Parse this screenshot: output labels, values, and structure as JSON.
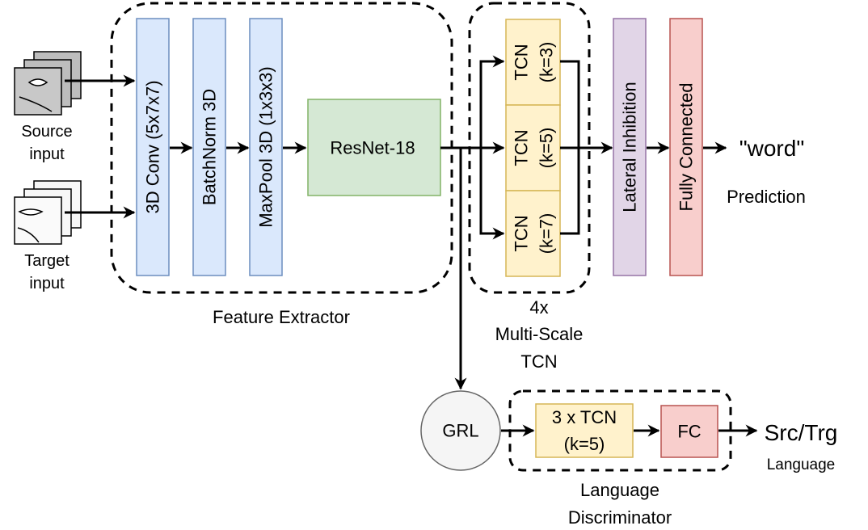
{
  "inputs": {
    "source_line1": "Source",
    "source_line2": "input",
    "target_line1": "Target",
    "target_line2": "input"
  },
  "feature_extractor": {
    "label": "Feature Extractor",
    "conv": "3D Conv (5x7x7)",
    "batchnorm": "BatchNorm 3D",
    "maxpool": "MaxPool 3D (1x3x3)",
    "resnet": "ResNet-18"
  },
  "tcn": {
    "branches": [
      {
        "name": "TCN",
        "kernel": "(k=3)"
      },
      {
        "name": "TCN",
        "kernel": "(k=5)"
      },
      {
        "name": "TCN",
        "kernel": "(k=7)"
      }
    ],
    "caption_line1": "4x",
    "caption_line2": "Multi-Scale",
    "caption_line3": "TCN"
  },
  "head": {
    "lateral": "Lateral Inhibition",
    "fc": "Fully Connected",
    "output": "\"word\"",
    "prediction": "Prediction"
  },
  "discriminator": {
    "grl": "GRL",
    "tcn_line1": "3 x TCN",
    "tcn_line2": "(k=5)",
    "fc": "FC",
    "output": "Src/Trg",
    "output_sub": "Language",
    "caption_line1": "Language",
    "caption_line2": "Discriminator"
  },
  "colors": {
    "blue_fill": "#dae8fc",
    "blue_stroke": "#6c8ebf",
    "green_fill": "#d5e8d4",
    "green_stroke": "#82b366",
    "yellow_fill": "#fff2cc",
    "yellow_stroke": "#d6b656",
    "purple_fill": "#e1d5e7",
    "purple_stroke": "#9673a6",
    "red_fill": "#f8cecc",
    "red_stroke": "#b85450",
    "grl_fill": "#f5f5f5",
    "grl_stroke": "#666666"
  }
}
